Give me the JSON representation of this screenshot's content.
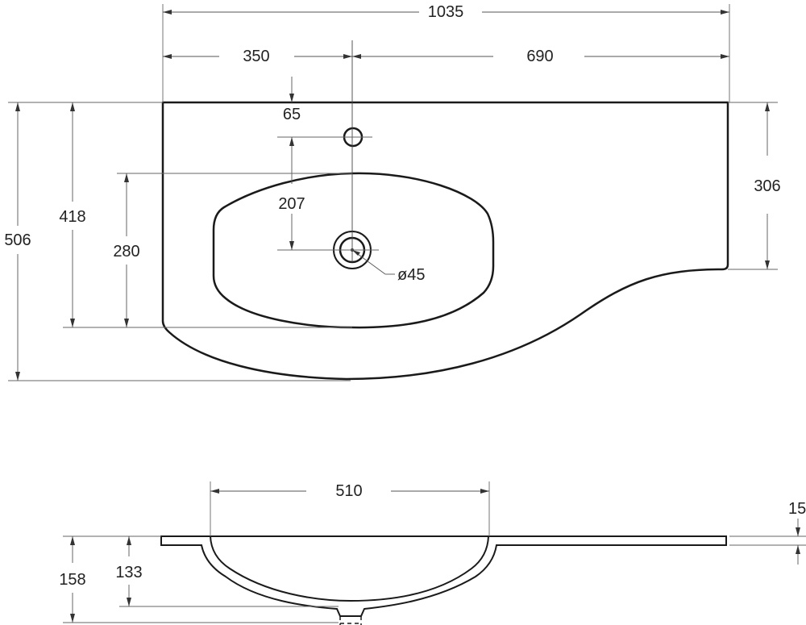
{
  "top_view": {
    "overall_width": "1035",
    "tap_hole_offset": "350",
    "right_section_width": "690",
    "tap_hole_from_edge": "65",
    "tap_to_drain": "207",
    "right_section_depth": "306",
    "overall_depth": "506",
    "bowl_front_depth": "418",
    "bowl_depth": "280",
    "drain_diameter": "ø45"
  },
  "section_view": {
    "bowl_width": "510",
    "slab_thickness": "15",
    "bowl_depth_inner": "133",
    "total_height": "158"
  }
}
